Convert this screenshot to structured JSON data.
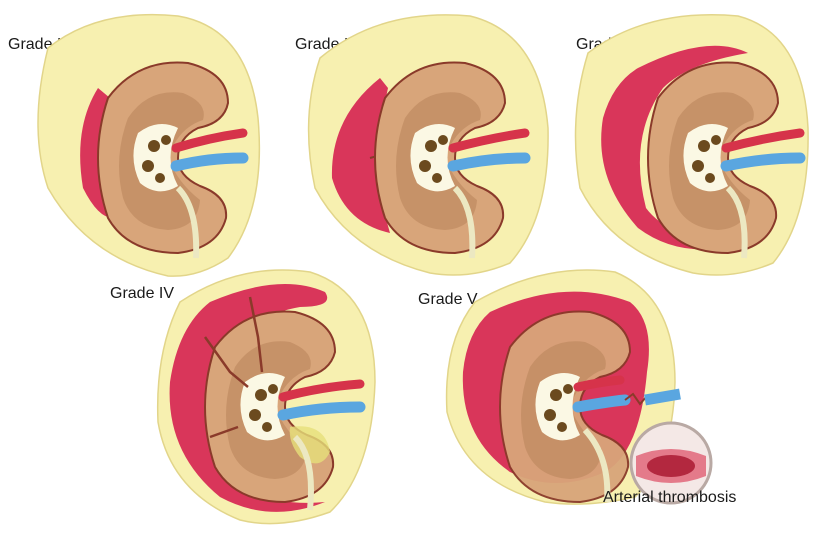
{
  "panels": [
    {
      "id": "grade-1",
      "label": "Grade I"
    },
    {
      "id": "grade-2",
      "label": "Grade II"
    },
    {
      "id": "grade-3",
      "label": "Grade III"
    },
    {
      "id": "grade-4",
      "label": "Grade IV"
    },
    {
      "id": "grade-5",
      "label": "Grade V"
    }
  ],
  "inset_caption": "Arterial thrombosis",
  "colors": {
    "fat": "#f7f0b0",
    "hematoma": "#d9365a",
    "cortex": "#d8a57a",
    "medulla": "#b8845a",
    "sinus": "#fbf8e4",
    "calyx": "#6b4a1e",
    "artery": "#d6334a",
    "vein": "#5aa6e0",
    "ureter": "#ece8c2",
    "outline": "#8a3a2a"
  }
}
